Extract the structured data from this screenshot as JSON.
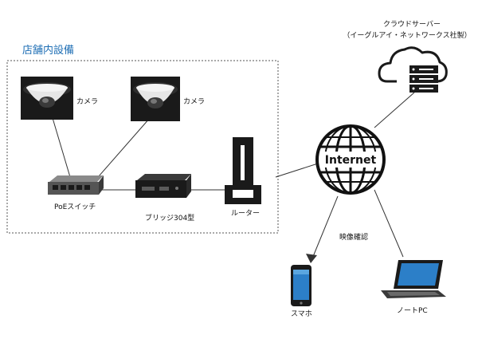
{
  "store_area": {
    "title": "店舗内設備"
  },
  "cloud": {
    "title": "クラウドサーバー",
    "subtitle": "（イーグルアイ・ネットワークス社製）"
  },
  "nodes": {
    "camera_1": "カメラ",
    "camera_2": "カメラ",
    "poe_switch": "PoEスイッチ",
    "bridge": "ブリッジ304型",
    "router": "ルーター",
    "internet": "Internet",
    "smartphone": "スマホ",
    "laptop": "ノートPC"
  },
  "links": {
    "video_check": "映像確認"
  },
  "colors": {
    "area_title": "#1f6fb5",
    "device_dark": "#1a1a1a",
    "device_mid": "#555555",
    "camera_shell": "#e6e6e6"
  }
}
